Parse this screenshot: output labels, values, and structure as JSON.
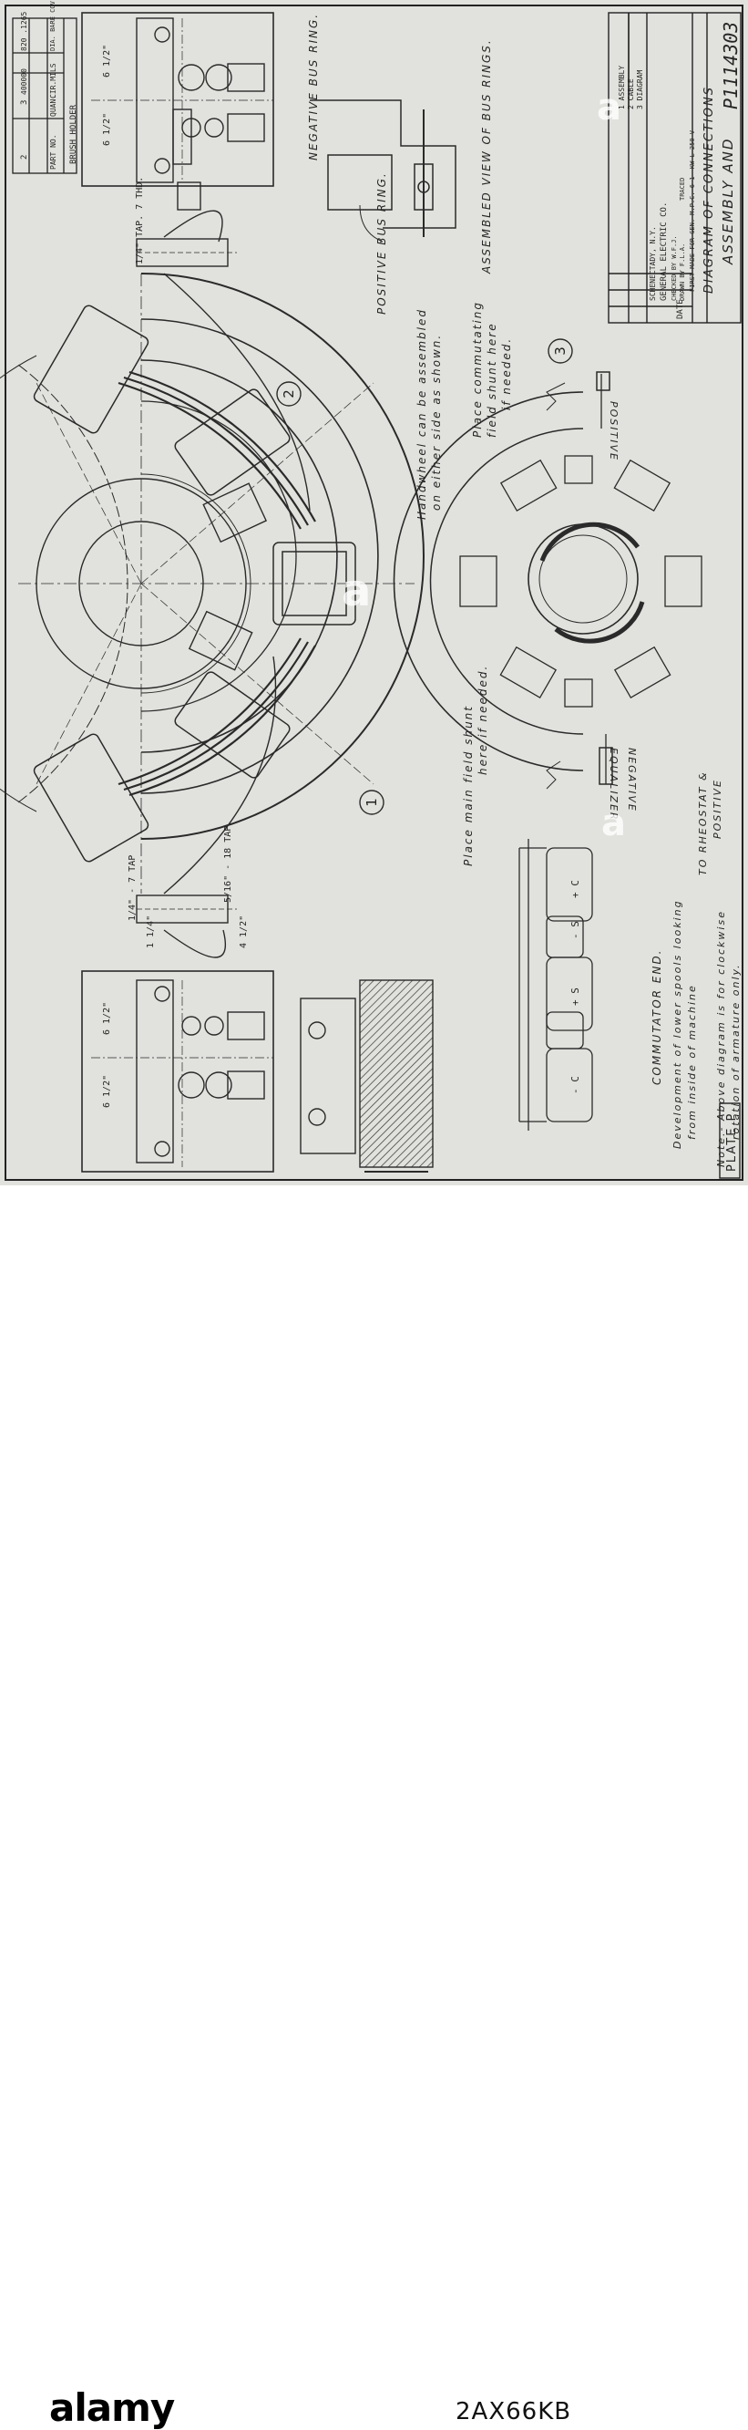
{
  "plate_label": "PLATE P",
  "title_block": {
    "title": "ASSEMBLY AND",
    "subtitle": "DIAGRAM OF CONNECTIONS",
    "made_for": "FIRST MADE FOR GEN. M.P.C. 6-1 -KW-L-250 V",
    "drawn": "DRAWN BY F.L.A.",
    "traced": "TRACED",
    "checked": "CHECKED BY W.F.J.",
    "company": "GENERAL ELECTRIC CO.",
    "city": "SCHENECTADY, N.Y.",
    "drawing_no": "P1114303",
    "revisions": [
      "3 DIAGRAM",
      "2 CABLE",
      "1 ASSEMBLY"
    ],
    "date_label": "DATE"
  },
  "brush_holder_table": {
    "title": "BRUSH HOLDER",
    "headers": [
      "PART NO.",
      "QUAN.",
      "CIR.MILS",
      "DIA. BARE COV."
    ],
    "rows": [
      [
        "2",
        "3",
        "400000",
        "820 .1265"
      ]
    ]
  },
  "labels": {
    "negative_bus_ring": "NEGATIVE BUS RING.",
    "positive_bus_ring": "POSITIVE BUS RING.",
    "assembled_view": "ASSEMBLED VIEW OF BUS RINGS.",
    "handwheel_1": "Handwheel can be assembled",
    "handwheel_2": "on either side as shown.",
    "place_comm_1": "Place commutating",
    "place_comm_2": "field shunt here",
    "place_comm_3": "if needed.",
    "place_main_1": "Place main field shunt",
    "place_main_2": "here if needed.",
    "positive": "POSITIVE",
    "negative": "NEGATIVE",
    "equalizer": "EQUALIZER",
    "to_rheostat": "TO RHEOSTAT &",
    "to_positive": "POSITIVE",
    "comm_end": "COMMUTATOR END.",
    "dev_1": "Development of lower spools looking",
    "dev_2": "from inside of machine",
    "note_1": "Note.- Above diagram is for clockwise",
    "note_2": "rotation of armature only.",
    "tap_top": "1/4\" TAP. 7 THD.",
    "tap_bottom": "1/4\" - 7 TAP",
    "tap_18": "5/16\" - 18 TAP",
    "dim_top_a": "6 1/2\"",
    "dim_top_b": "6 1/2\"",
    "dim_bot_a": "6 1/2\"",
    "dim_bot_b": "6 1/2\"",
    "dim_42": "4 1/2\"",
    "dim_14": "1 1/4\"",
    "circle_1": "1",
    "circle_2": "2",
    "circle_3": "3",
    "spool_plus_s": "+ S",
    "spool_minus_s": "- S",
    "spool_plus_c": "+ C",
    "spool_minus_c": "- C"
  },
  "footer": {
    "logo": "alamy",
    "image_id": "2AX66KB"
  },
  "watermark": "a"
}
